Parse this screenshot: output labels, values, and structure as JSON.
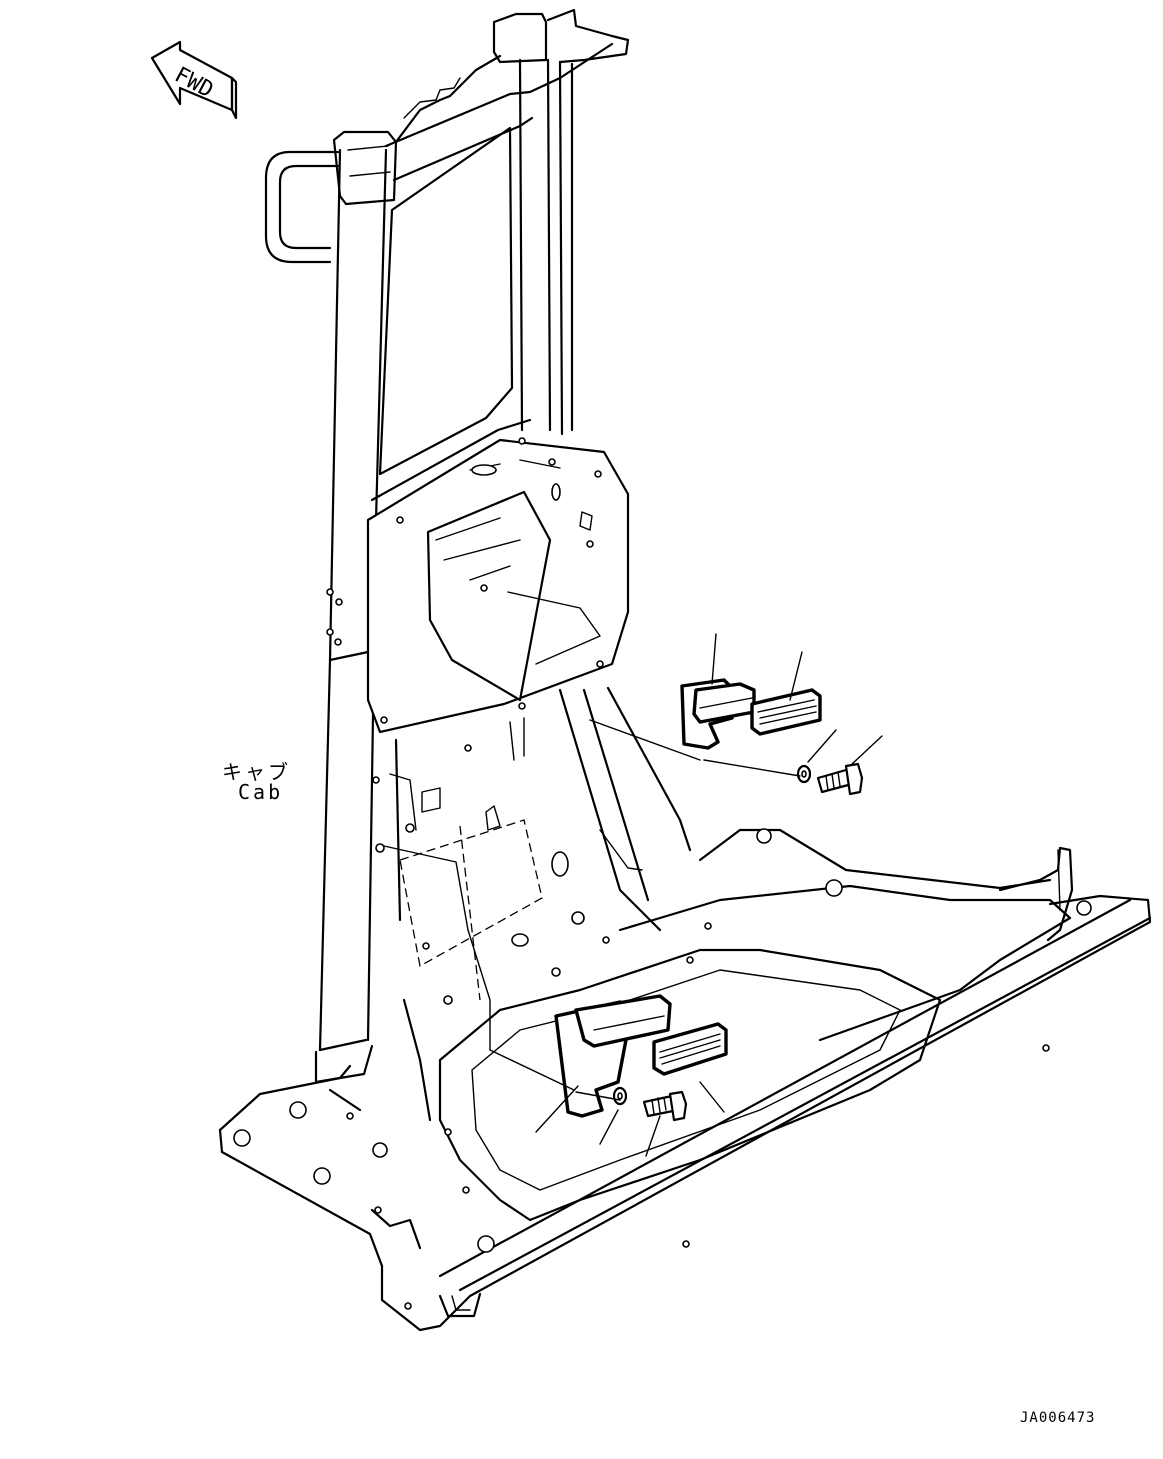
{
  "orientation": {
    "label": "FWD"
  },
  "assembly": {
    "label_jp": "キャブ",
    "label_en": "Cab"
  },
  "drawing": {
    "code": "JA006473"
  },
  "icons": [
    "fwd-arrow-icon"
  ],
  "colors": {
    "ink": "#000000",
    "paper": "#ffffff"
  }
}
